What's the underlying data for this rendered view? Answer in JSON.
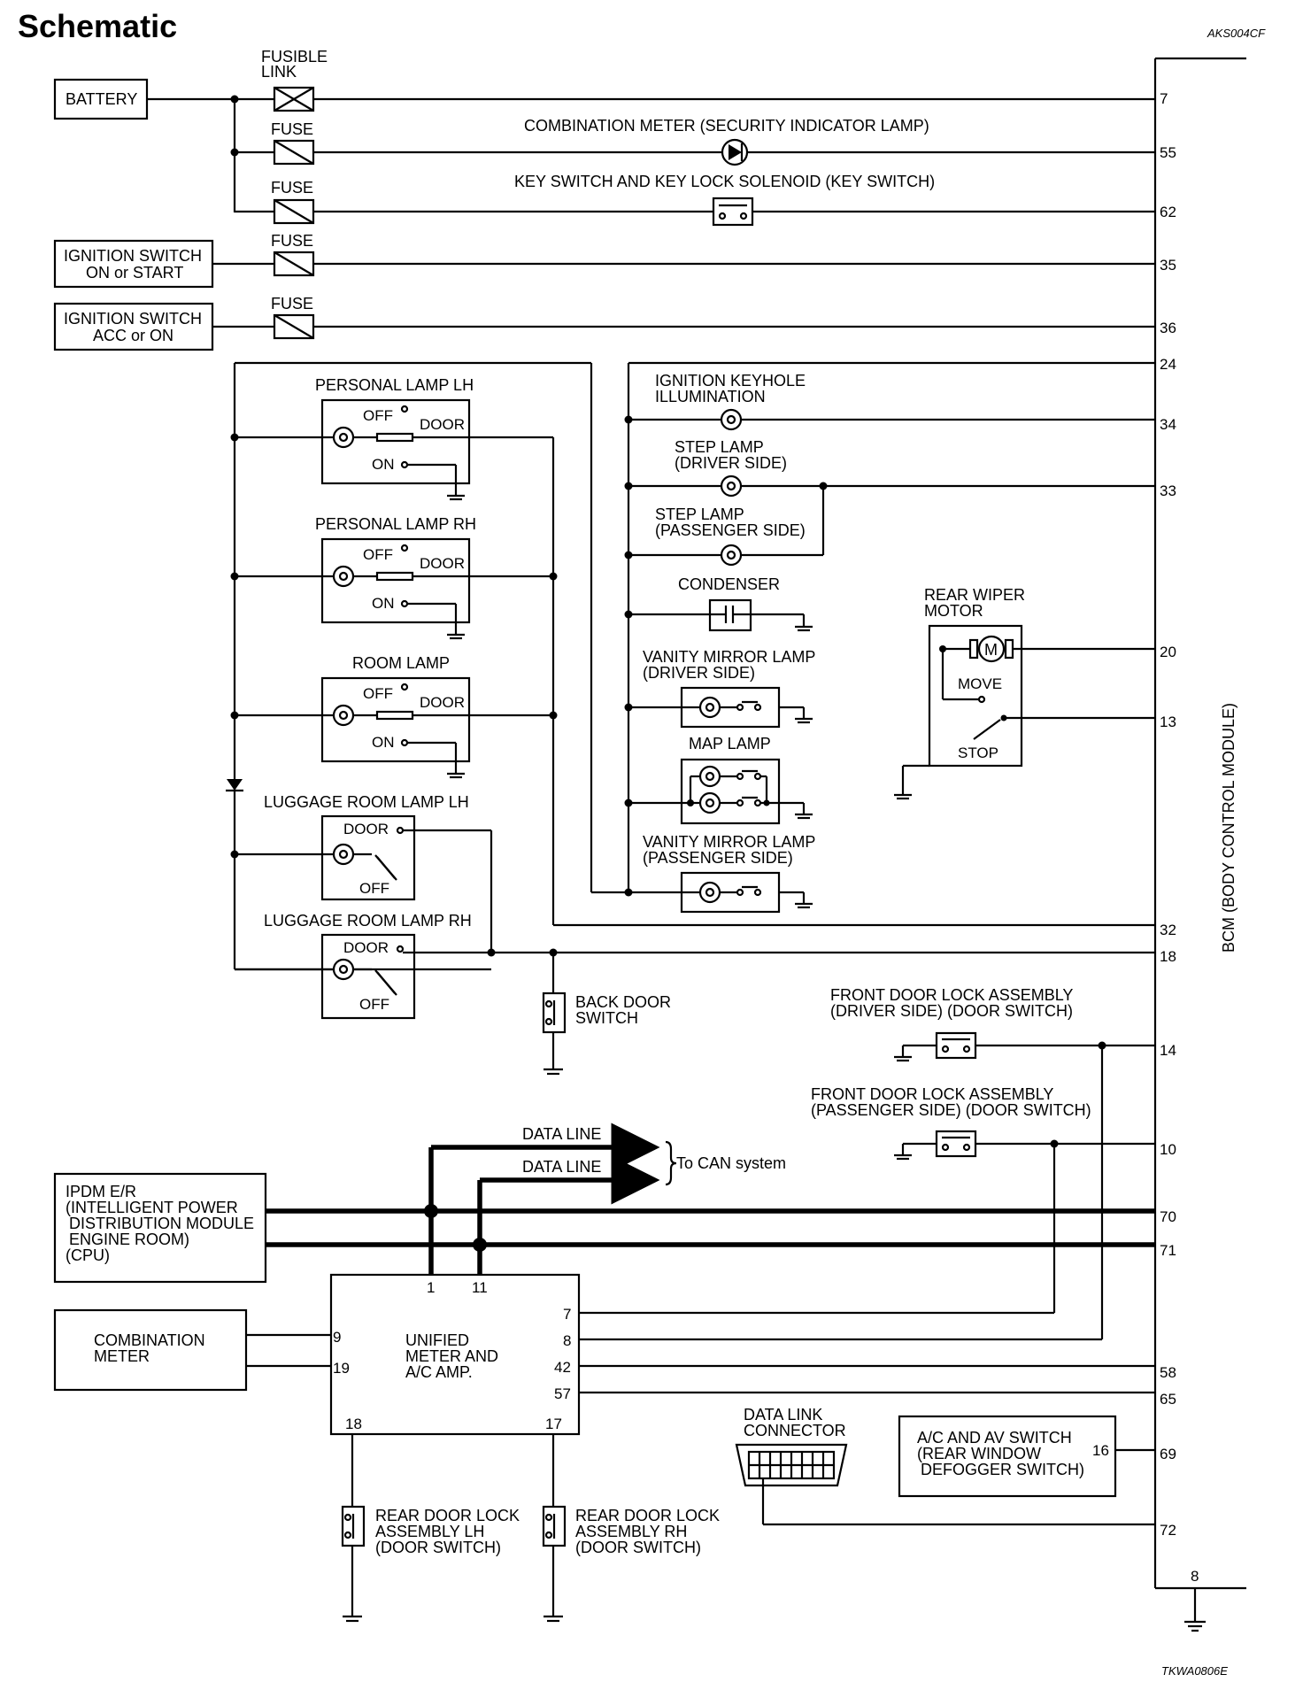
{
  "title": "Schematic",
  "code_top": "AKS004CF",
  "code_bottom": "TKWA0806E",
  "bcm_label": "BCM (BODY CONTROL MODULE)",
  "sources": {
    "battery": "BATTERY",
    "ign_on_start": [
      "IGNITION SWITCH",
      "ON or START"
    ],
    "ign_acc_on": [
      "IGNITION SWITCH",
      "ACC or ON"
    ]
  },
  "fuses": {
    "fusible_link": [
      "FUSIBLE",
      "LINK"
    ],
    "fuse": "FUSE"
  },
  "components": {
    "combination_meter_lamp": "COMBINATION METER (SECURITY INDICATOR LAMP)",
    "key_switch": "KEY SWITCH AND KEY LOCK SOLENOID (KEY SWITCH)",
    "personal_lamp_lh": "PERSONAL LAMP LH",
    "personal_lamp_rh": "PERSONAL LAMP RH",
    "room_lamp": "ROOM LAMP",
    "luggage_lh": "LUGGAGE ROOM LAMP LH",
    "luggage_rh": "LUGGAGE ROOM LAMP RH",
    "ignition_keyhole": [
      "IGNITION KEYHOLE",
      "ILLUMINATION"
    ],
    "step_lamp_driver": [
      "STEP LAMP",
      "(DRIVER SIDE)"
    ],
    "step_lamp_passenger": [
      "STEP LAMP",
      "(PASSENGER SIDE)"
    ],
    "condenser": "CONDENSER",
    "vanity_driver": [
      "VANITY MIRROR LAMP",
      "(DRIVER SIDE)"
    ],
    "map_lamp": "MAP LAMP",
    "vanity_passenger": [
      "VANITY MIRROR LAMP",
      "(PASSENGER SIDE)"
    ],
    "rear_wiper": [
      "REAR WIPER",
      "MOTOR"
    ],
    "back_door_switch": [
      "BACK DOOR",
      "SWITCH"
    ],
    "front_door_driver": [
      "FRONT DOOR LOCK ASSEMBLY",
      "(DRIVER SIDE) (DOOR SWITCH)"
    ],
    "front_door_passenger": [
      "FRONT DOOR LOCK ASSEMBLY",
      "(PASSENGER SIDE) (DOOR SWITCH)"
    ],
    "ipdm": [
      "IPDM E/R",
      "(INTELLIGENT POWER",
      "DISTRIBUTION MODULE",
      "ENGINE ROOM)",
      "(CPU)"
    ],
    "combination_meter": [
      "COMBINATION",
      "METER"
    ],
    "unified_meter": [
      "UNIFIED",
      "METER AND",
      "A/C AMP."
    ],
    "data_link": [
      "DATA LINK",
      "CONNECTOR"
    ],
    "ac_av_switch": [
      "A/C AND AV SWITCH",
      "(REAR WINDOW",
      "DEFOGGER SWITCH)"
    ],
    "rear_door_lh": [
      "REAR DOOR  LOCK",
      "ASSEMBLY LH",
      "(DOOR SWITCH)"
    ],
    "rear_door_rh": [
      "REAR DOOR LOCK",
      "ASSEMBLY RH",
      "(DOOR SWITCH)"
    ]
  },
  "switch_labels": {
    "off": "OFF",
    "on": "ON",
    "door": "DOOR",
    "move": "MOVE",
    "stop": "STOP",
    "motor": "M"
  },
  "data_line": "DATA LINE",
  "can_label": "To CAN system",
  "bcm_pins": [
    "7",
    "55",
    "62",
    "35",
    "36",
    "24",
    "34",
    "33",
    "20",
    "13",
    "32",
    "18",
    "14",
    "10",
    "70",
    "71",
    "58",
    "65",
    "69",
    "72",
    "8"
  ],
  "unified_pins": [
    "1",
    "11",
    "9",
    "19",
    "7",
    "8",
    "42",
    "57",
    "18",
    "17"
  ],
  "ac_av_pin": "16"
}
